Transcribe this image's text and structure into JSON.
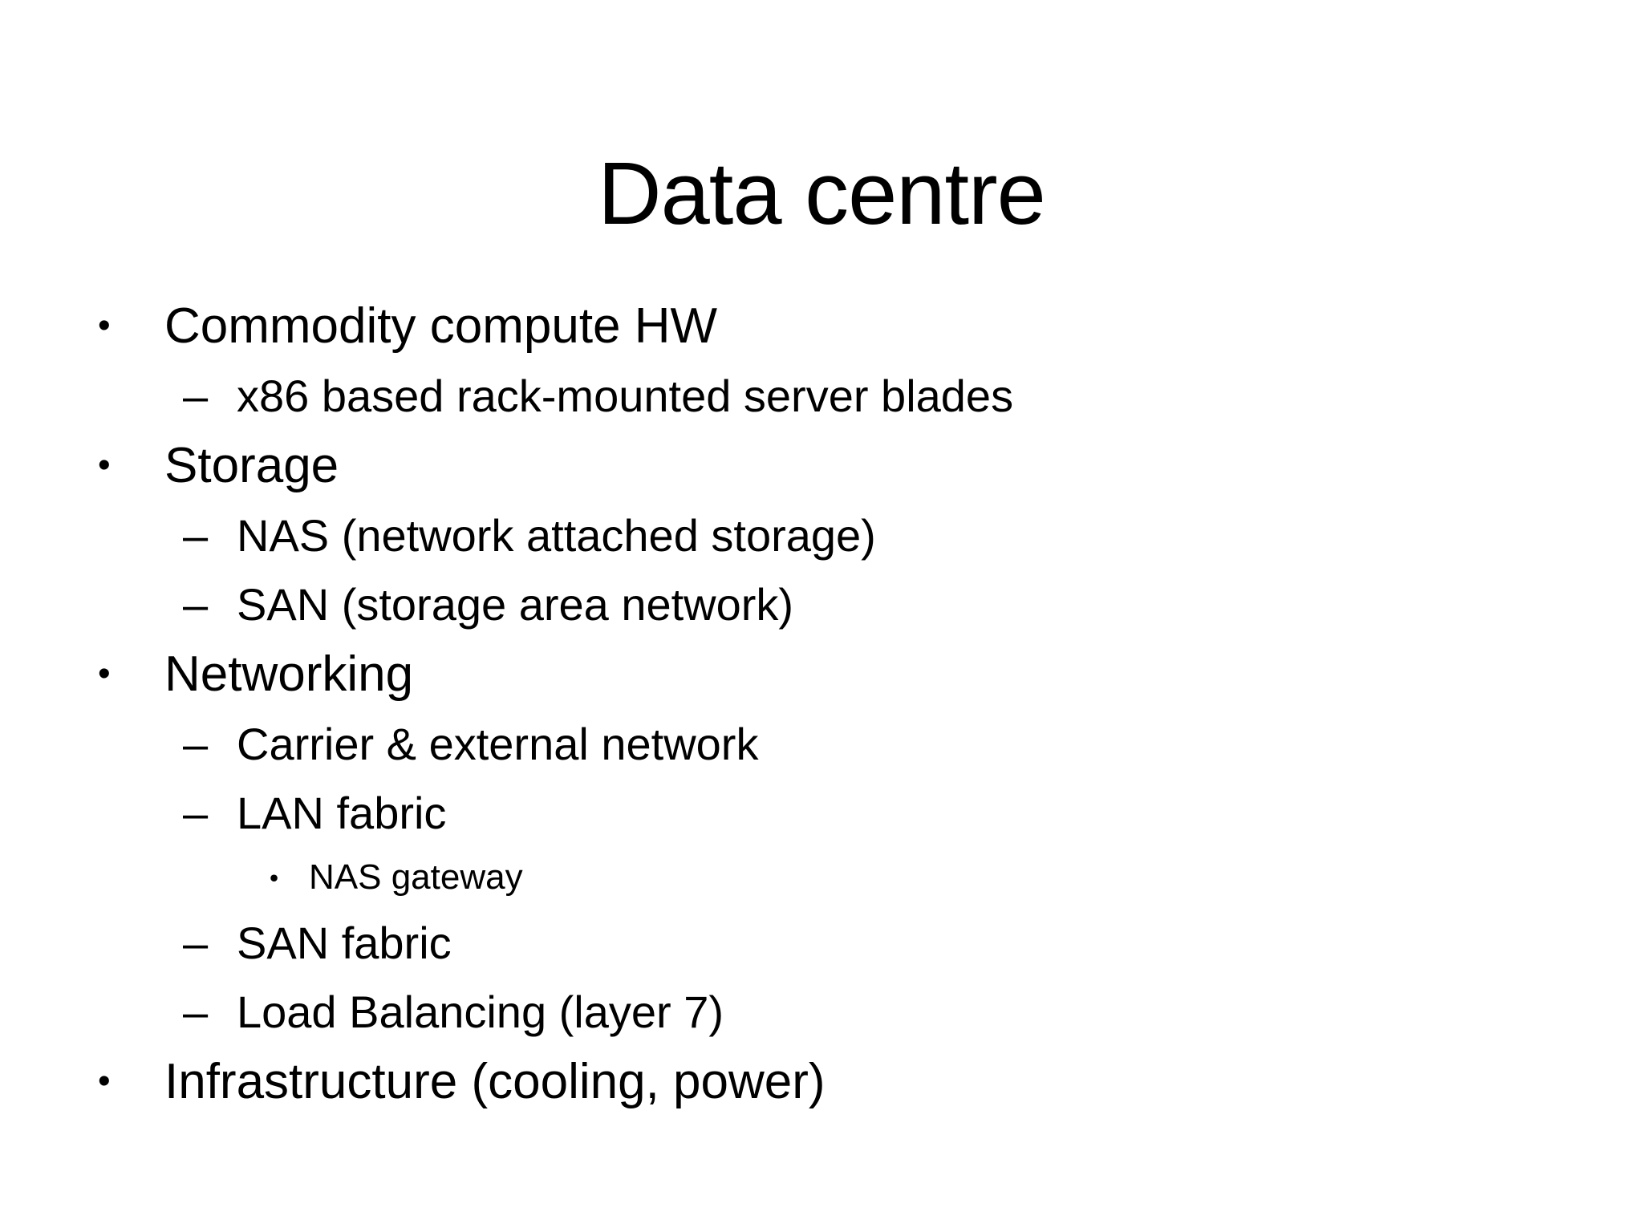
{
  "slide": {
    "title": "Data centre",
    "colors": {
      "background": "#ffffff",
      "text": "#000000"
    },
    "bullets": [
      {
        "level": 1,
        "marker": "•",
        "text": "Commodity compute HW"
      },
      {
        "level": 2,
        "marker": "–",
        "text": "x86 based rack-mounted server blades"
      },
      {
        "level": 1,
        "marker": "•",
        "text": "Storage"
      },
      {
        "level": 2,
        "marker": "–",
        "text": "NAS (network attached storage)"
      },
      {
        "level": 2,
        "marker": "–",
        "text": "SAN (storage area network)"
      },
      {
        "level": 1,
        "marker": "•",
        "text": "Networking"
      },
      {
        "level": 2,
        "marker": "–",
        "text": "Carrier & external network"
      },
      {
        "level": 2,
        "marker": "–",
        "text": "LAN fabric"
      },
      {
        "level": 3,
        "marker": "•",
        "text": "NAS gateway"
      },
      {
        "level": 2,
        "marker": "–",
        "text": "SAN fabric"
      },
      {
        "level": 2,
        "marker": "–",
        "text": "Load Balancing (layer 7)"
      },
      {
        "level": 1,
        "marker": "•",
        "text": "Infrastructure (cooling, power)"
      }
    ]
  }
}
